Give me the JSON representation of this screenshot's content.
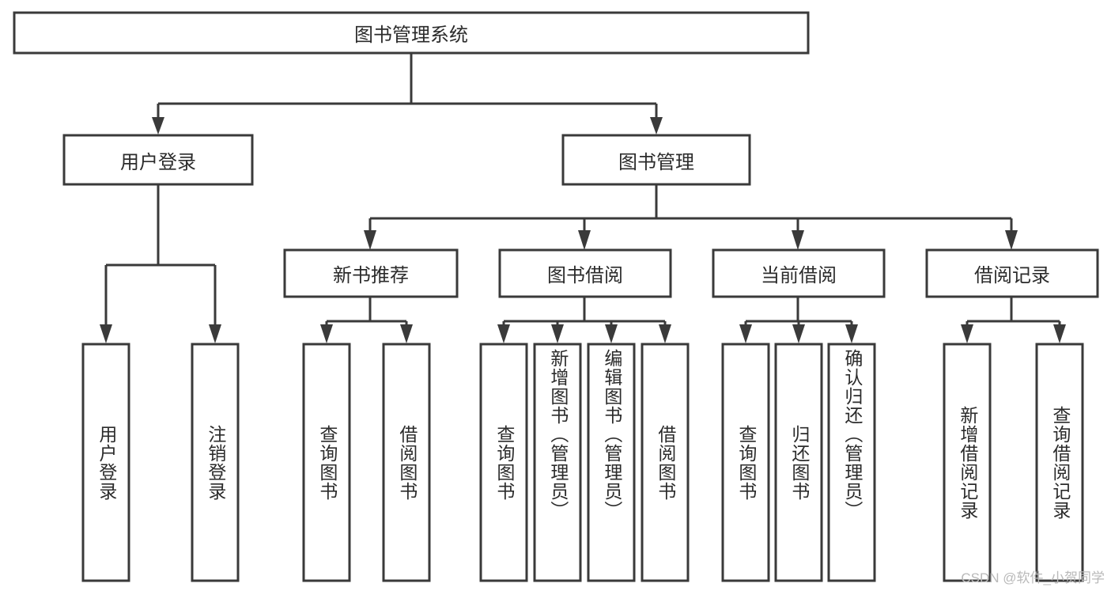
{
  "diagram": {
    "title": "图书管理系统",
    "watermark": "CSDN @软件_小贺同学",
    "style": {
      "border_color": "#3a3a3a",
      "fill_color": "#ffffff",
      "text_color": "#2b2b2b",
      "watermark_color": "#b9b9b9",
      "background": "#ffffff"
    },
    "levels": {
      "root": {
        "label": "图书管理系统"
      },
      "level2": [
        {
          "id": "user-login",
          "label": "用户登录"
        },
        {
          "id": "book-manage",
          "label": "图书管理"
        }
      ],
      "level3": [
        {
          "id": "new-book-recommend",
          "label": "新书推荐",
          "parent": "book-manage"
        },
        {
          "id": "book-borrow",
          "label": "图书借阅",
          "parent": "book-manage"
        },
        {
          "id": "current-borrow",
          "label": "当前借阅",
          "parent": "book-manage"
        },
        {
          "id": "borrow-record",
          "label": "借阅记录",
          "parent": "book-manage"
        }
      ],
      "leaves": [
        {
          "id": "leaf-user-login",
          "label": "用户登录",
          "parent": "user-login"
        },
        {
          "id": "leaf-user-logout",
          "label": "注销登录",
          "parent": "user-login"
        },
        {
          "id": "leaf-query-book-1",
          "label": "查询图书",
          "parent": "new-book-recommend"
        },
        {
          "id": "leaf-borrow-book-1",
          "label": "借阅图书",
          "parent": "new-book-recommend"
        },
        {
          "id": "leaf-query-book-2",
          "label": "查询图书",
          "parent": "book-borrow"
        },
        {
          "id": "leaf-add-book",
          "label": "新增图书（管理员）",
          "parent": "book-borrow"
        },
        {
          "id": "leaf-edit-book",
          "label": "编辑图书（管理员）",
          "parent": "book-borrow"
        },
        {
          "id": "leaf-borrow-book-2",
          "label": "借阅图书",
          "parent": "book-borrow"
        },
        {
          "id": "leaf-query-book-3",
          "label": "查询图书",
          "parent": "current-borrow"
        },
        {
          "id": "leaf-return-book",
          "label": "归还图书",
          "parent": "current-borrow"
        },
        {
          "id": "leaf-confirm-return",
          "label": "确认归还（管理员）",
          "parent": "current-borrow"
        },
        {
          "id": "leaf-add-record",
          "label": "新增借阅记录",
          "parent": "borrow-record"
        },
        {
          "id": "leaf-query-record",
          "label": "查询借阅记录",
          "parent": "borrow-record"
        }
      ]
    }
  }
}
